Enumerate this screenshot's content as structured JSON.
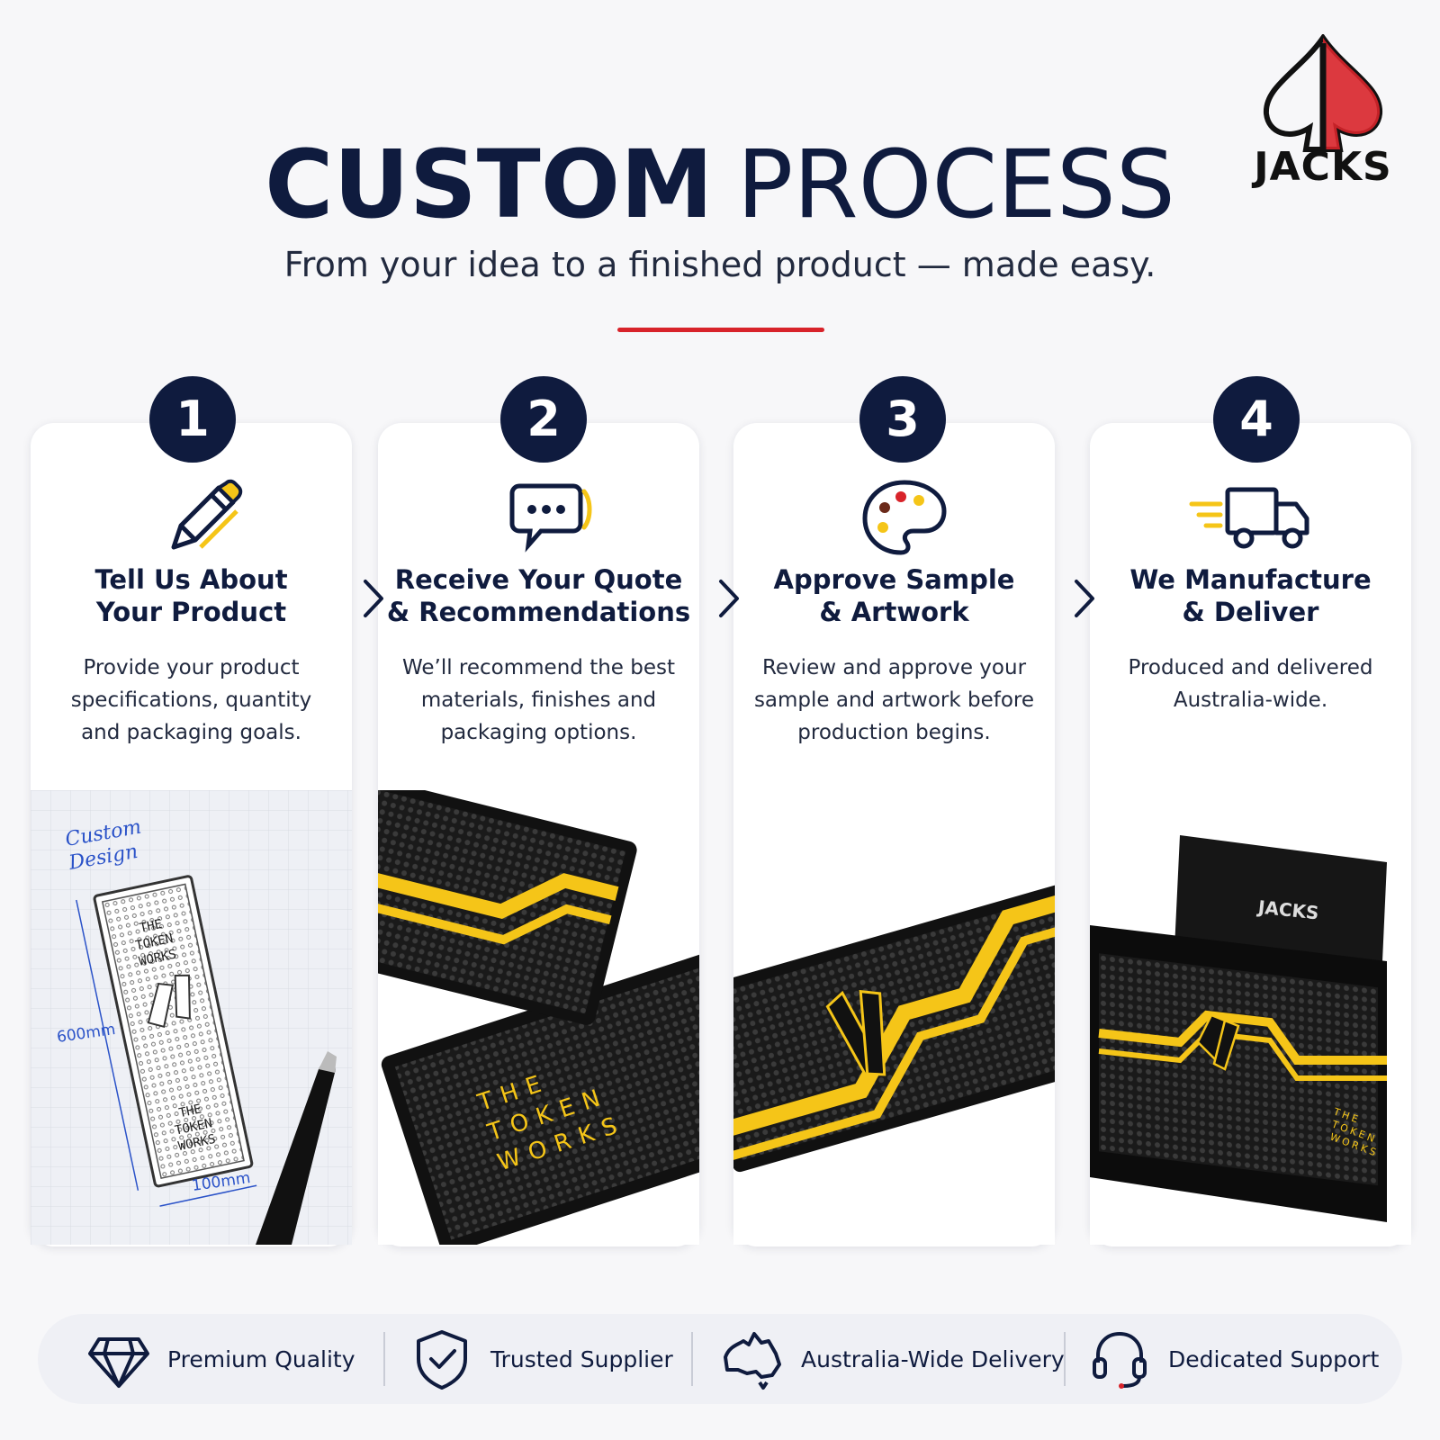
{
  "brand": {
    "name": "JACKS",
    "colors": {
      "navy": "#0f1b3e",
      "red": "#d8232a",
      "gold": "#f5c518"
    }
  },
  "header": {
    "title_bold": "CUSTOM",
    "title_light": "PROCESS",
    "subtitle": "From your idea to a finished product — made easy."
  },
  "steps": [
    {
      "number": "1",
      "icon": "pencil-icon",
      "title_line1": "Tell Us About",
      "title_line2": "Your Product",
      "desc_line1": "Provide your product",
      "desc_line2": "specifications, quantity",
      "desc_line3": "and packaging goals.",
      "image_labels": [
        "Custom",
        "Design",
        "600mm",
        "100mm",
        "THE",
        "TOKEN",
        "WORKS"
      ]
    },
    {
      "number": "2",
      "icon": "chat-bubble-icon",
      "title_line1": "Receive Your Quote",
      "title_line2": "& Recommendations",
      "desc_line1": "We’ll recommend the best",
      "desc_line2": "materials, finishes and",
      "desc_line3": "packaging options.",
      "image_labels": [
        "THE",
        "TOKEN",
        "WORKS"
      ]
    },
    {
      "number": "3",
      "icon": "palette-icon",
      "title_line1": "Approve Sample",
      "title_line2": "& Artwork",
      "desc_line1": "Review and approve your",
      "desc_line2": "sample and artwork before",
      "desc_line3": "production begins.",
      "image_labels": []
    },
    {
      "number": "4",
      "icon": "delivery-truck-icon",
      "title_line1": "We Manufacture",
      "title_line2": "& Deliver",
      "desc_line1": "Produced and delivered",
      "desc_line2": "Australia-wide.",
      "desc_line3": "",
      "image_labels": [
        "JACKS",
        "THE",
        "TOKEN",
        "WORKS"
      ]
    }
  ],
  "features": [
    {
      "icon": "diamond-icon",
      "label": "Premium Quality"
    },
    {
      "icon": "shield-check-icon",
      "label": "Trusted Supplier"
    },
    {
      "icon": "australia-map-icon",
      "label": "Australia-Wide Delivery"
    },
    {
      "icon": "headset-icon",
      "label": "Dedicated Support"
    }
  ]
}
